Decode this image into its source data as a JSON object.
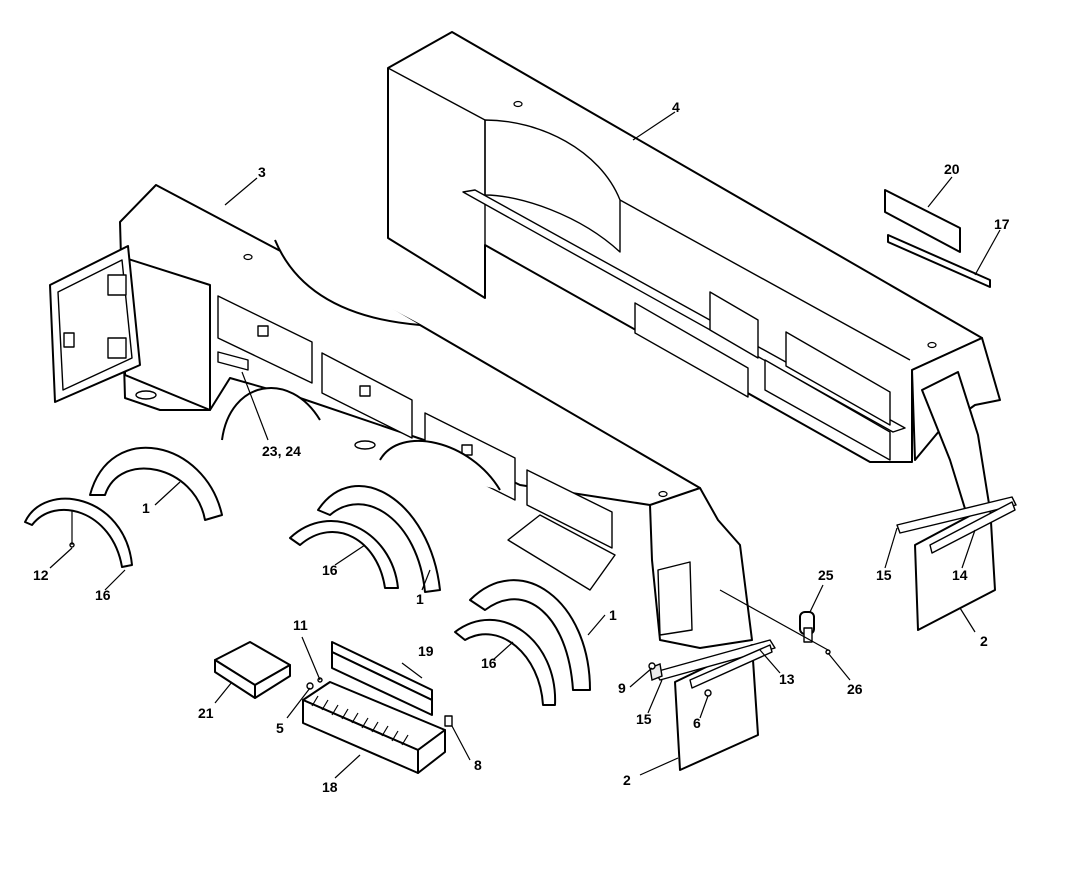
{
  "figure": {
    "callouts": [
      {
        "id": "c-1a",
        "text": "1"
      },
      {
        "id": "c-1b",
        "text": "1"
      },
      {
        "id": "c-1c",
        "text": "1"
      },
      {
        "id": "c-2a",
        "text": "2"
      },
      {
        "id": "c-2b",
        "text": "2"
      },
      {
        "id": "c-3",
        "text": "3"
      },
      {
        "id": "c-4",
        "text": "4"
      },
      {
        "id": "c-5",
        "text": "5"
      },
      {
        "id": "c-6",
        "text": "6"
      },
      {
        "id": "c-8",
        "text": "8"
      },
      {
        "id": "c-9",
        "text": "9"
      },
      {
        "id": "c-11",
        "text": "11"
      },
      {
        "id": "c-12",
        "text": "12"
      },
      {
        "id": "c-13",
        "text": "13"
      },
      {
        "id": "c-14",
        "text": "14"
      },
      {
        "id": "c-15a",
        "text": "15"
      },
      {
        "id": "c-15b",
        "text": "15"
      },
      {
        "id": "c-16a",
        "text": "16"
      },
      {
        "id": "c-16b",
        "text": "16"
      },
      {
        "id": "c-16c",
        "text": "16"
      },
      {
        "id": "c-17",
        "text": "17"
      },
      {
        "id": "c-18",
        "text": "18"
      },
      {
        "id": "c-19",
        "text": "19"
      },
      {
        "id": "c-20",
        "text": "20"
      },
      {
        "id": "c-21",
        "text": "21"
      },
      {
        "id": "c-2324",
        "text": "23, 24"
      },
      {
        "id": "c-25",
        "text": "25"
      },
      {
        "id": "c-26",
        "text": "26"
      }
    ]
  }
}
